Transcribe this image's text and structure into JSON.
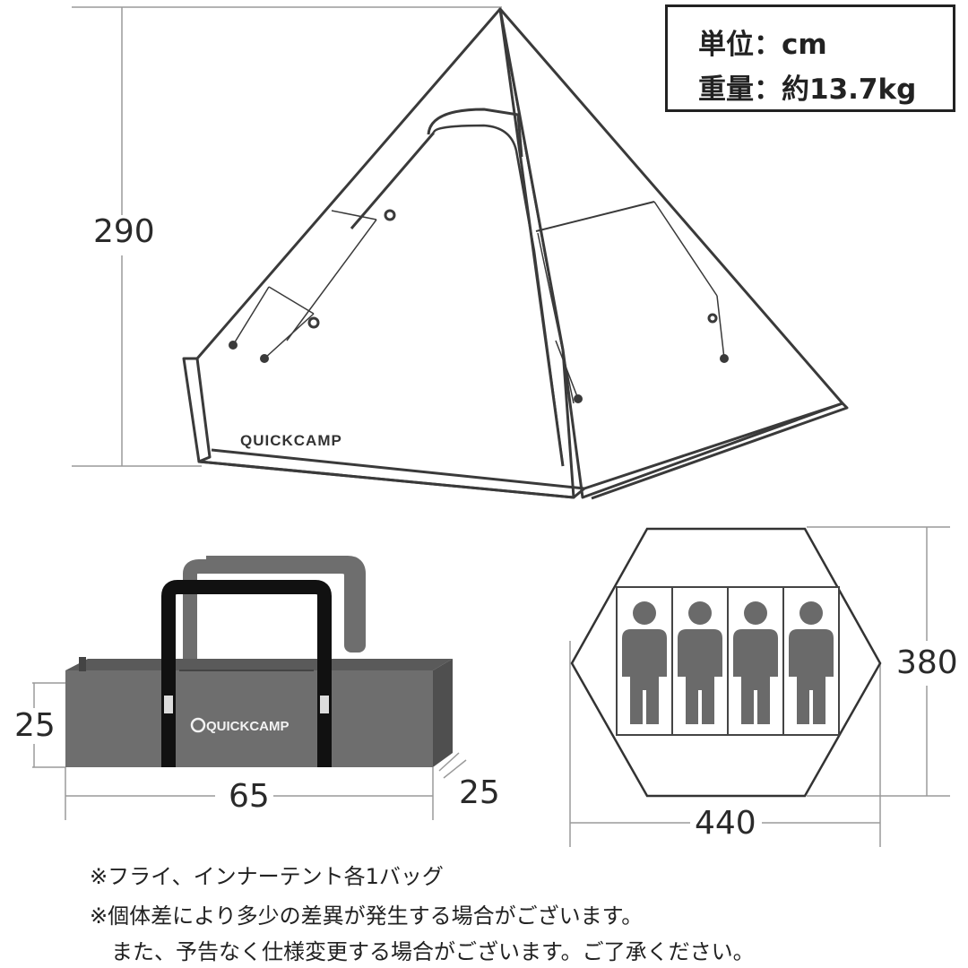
{
  "spec_box": {
    "unit": "単位：cm",
    "weight": "重量：約13.7kg"
  },
  "tent": {
    "brand": "QUICKCAMP",
    "height": "290"
  },
  "bag": {
    "brand": "QUICKCAMP",
    "height": "25",
    "length": "65",
    "depth": "25",
    "color": "#6e6e6e"
  },
  "floor": {
    "depth": "380",
    "width": "440",
    "persons": 4,
    "person_color": "#6a6a6a"
  },
  "notes": [
    "※フライ、インナーテント各1バッグ",
    "※個体差により多少の差異が発生する場合がございます。",
    "　また、予告なく仕様変更する場合がございます。ご了承ください。"
  ]
}
